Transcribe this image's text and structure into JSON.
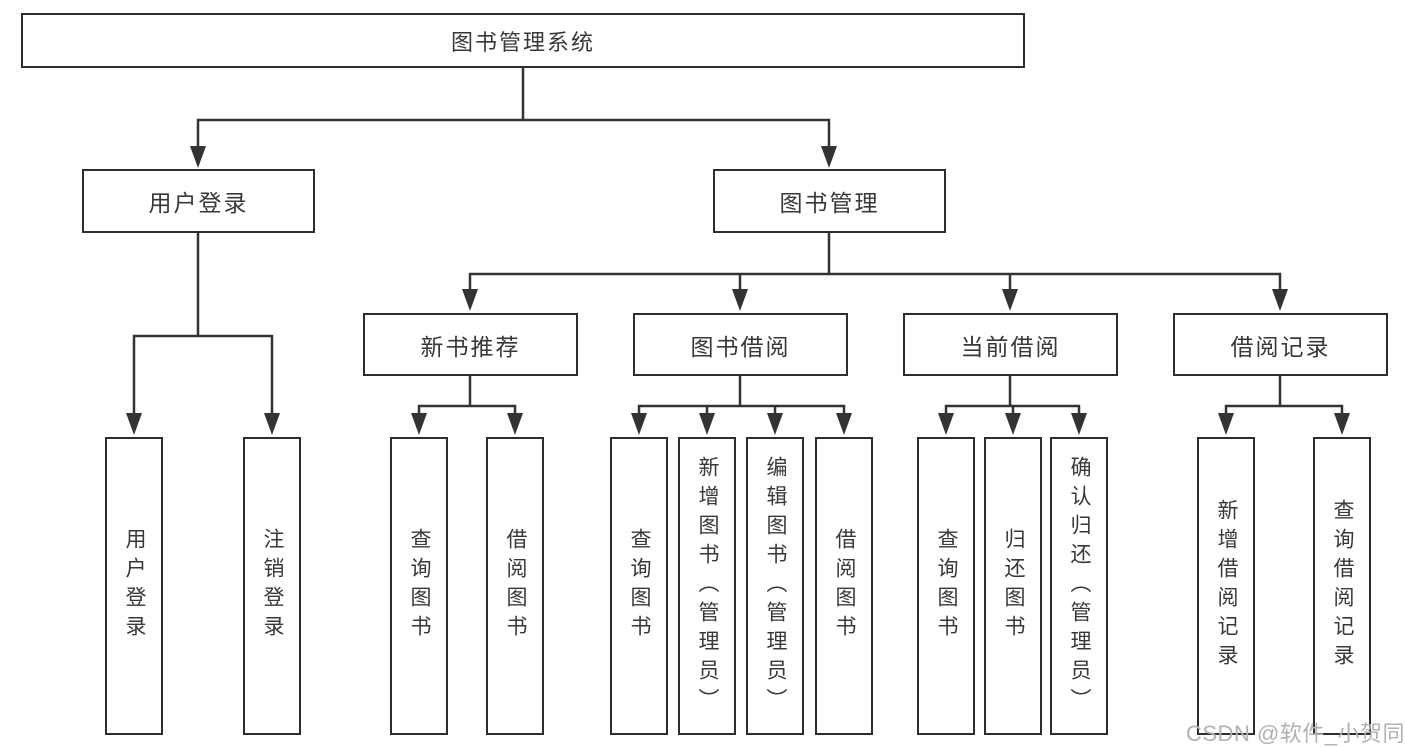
{
  "tree": {
    "label": "图书管理系统",
    "children": [
      {
        "label": "用户登录",
        "children": [
          {
            "label": "用户登录"
          },
          {
            "label": "注销登录"
          }
        ]
      },
      {
        "label": "图书管理",
        "children": [
          {
            "label": "新书推荐",
            "children": [
              {
                "label": "查询图书"
              },
              {
                "label": "借阅图书"
              }
            ]
          },
          {
            "label": "图书借阅",
            "children": [
              {
                "label": "查询图书"
              },
              {
                "label": "新增图书（管理员）"
              },
              {
                "label": "编辑图书（管理员）"
              },
              {
                "label": "借阅图书"
              }
            ]
          },
          {
            "label": "当前借阅",
            "children": [
              {
                "label": "查询图书"
              },
              {
                "label": "归还图书"
              },
              {
                "label": "确认归还（管理员）"
              }
            ]
          },
          {
            "label": "借阅记录",
            "children": [
              {
                "label": "新增借阅记录"
              },
              {
                "label": "查询借阅记录"
              }
            ]
          }
        ]
      }
    ]
  },
  "watermark": "CSDN @软件_小贺同学",
  "colors": {
    "line": "#333333",
    "box_border": "#2d2d2d",
    "text": "#383838",
    "watermark": "#b2b2b2",
    "background": "#ffffff"
  }
}
